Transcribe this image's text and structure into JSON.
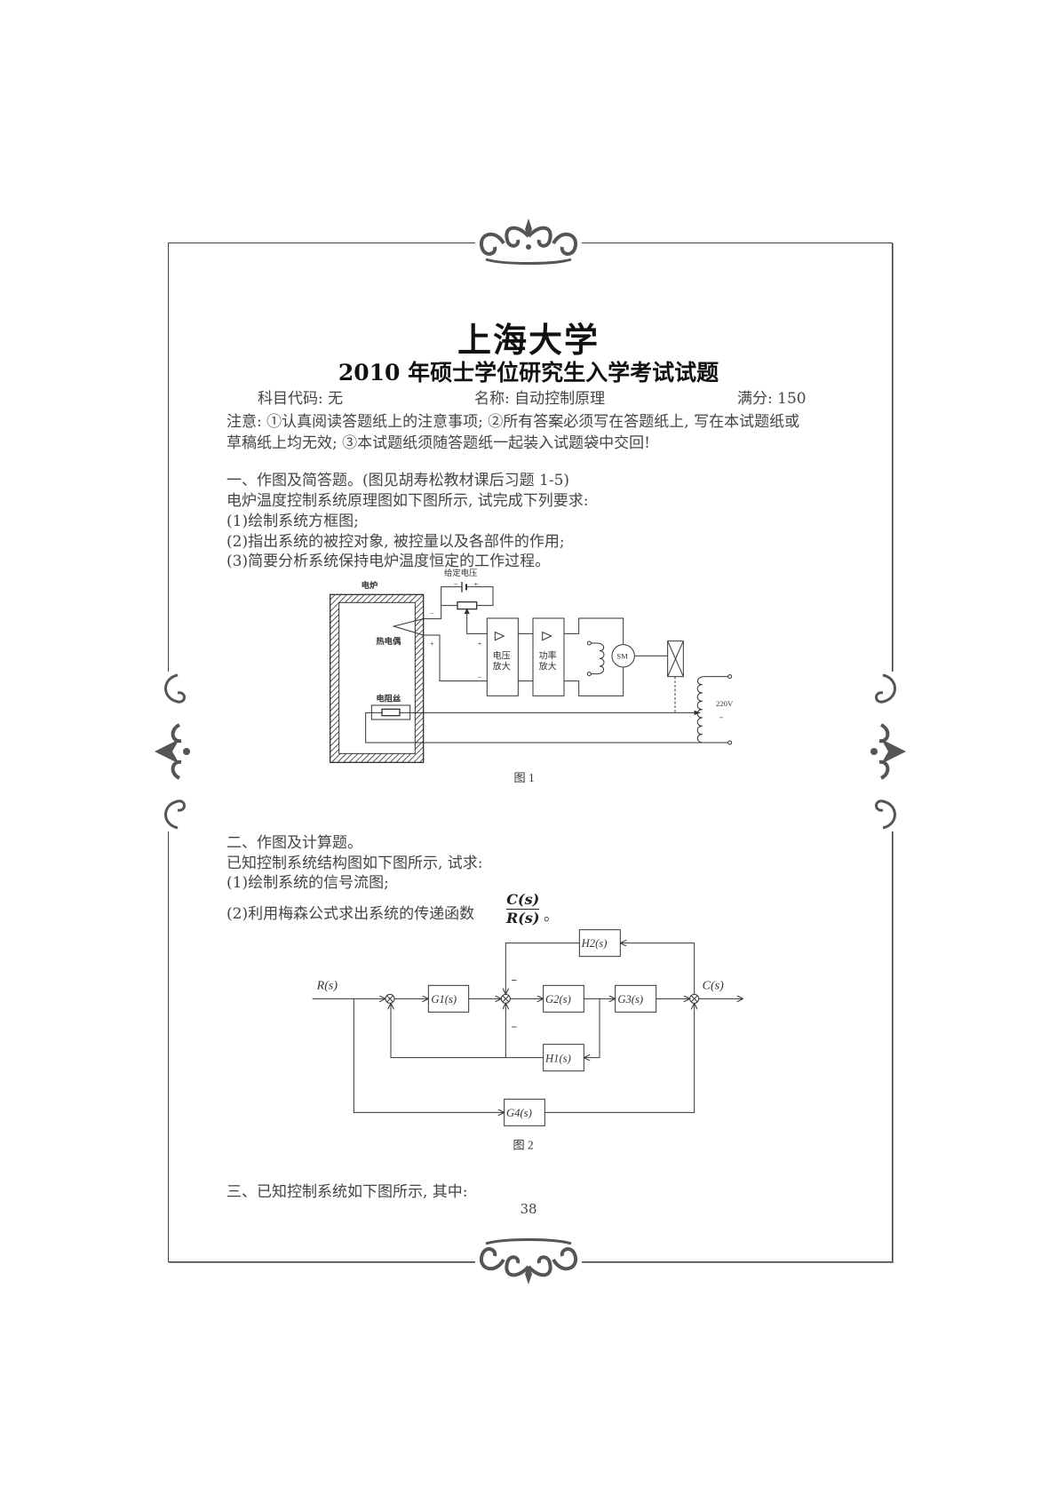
{
  "header": {
    "university": "上海大学",
    "exam_title": "2010 年硕士学位研究生入学考试试题",
    "subject_code_label": "科目代码: 无",
    "subject_name_label": "名称: 自动控制原理",
    "full_score_label": "满分: 150",
    "notice_line1": "注意: ①认真阅读答题纸上的注意事项; ②所有答案必须写在答题纸上, 写在本试题纸或",
    "notice_line2": "草稿纸上均无效; ③本试题纸须随答题纸一起装入试题袋中交回!"
  },
  "q1": {
    "heading": "一、作图及简答题。(图见胡寿松教材课后习题 1-5)",
    "intro": "电炉温度控制系统原理图如下图所示, 试完成下列要求:",
    "items": [
      "(1)绘制系统方框图;",
      "(2)指出系统的被控对象, 被控量以及各部件的作用;",
      "(3)简要分析系统保持电炉温度恒定的工作过程。"
    ],
    "figure": {
      "furnace": "电炉",
      "setpoint_voltage": "给定电压",
      "thermocouple": "热电偶",
      "voltage_amp_1": "电压",
      "voltage_amp_2": "放大",
      "power_amp_1": "功率",
      "power_amp_2": "放大",
      "motor": "SM",
      "heater": "电阻丝",
      "supply": "220V",
      "supply_ac": "~",
      "minus": "−",
      "plus": "+",
      "caption": "图 1"
    }
  },
  "q2": {
    "heading": "二、作图及计算题。",
    "intro": "已知控制系统结构图如下图所示, 试求:",
    "items": [
      "(1)绘制系统的信号流图;",
      "(2)利用梅森公式求出系统的传递函数"
    ],
    "tf_num": "C(s)",
    "tf_den": "R(s)",
    "tf_end": "。",
    "figure": {
      "input": "R(s)",
      "output": "C(s)",
      "G1": "G1(s)",
      "G2": "G2(s)",
      "G3": "G3(s)",
      "G4": "G4(s)",
      "H1": "H1(s)",
      "H2": "H2(s)",
      "minus": "−",
      "caption": "图 2"
    }
  },
  "q3": {
    "heading": "三、已知控制系统如下图所示, 其中:"
  },
  "page_number": "38",
  "colors": {
    "ink": "#333333",
    "frame": "#444444",
    "ornament": "#555555"
  }
}
